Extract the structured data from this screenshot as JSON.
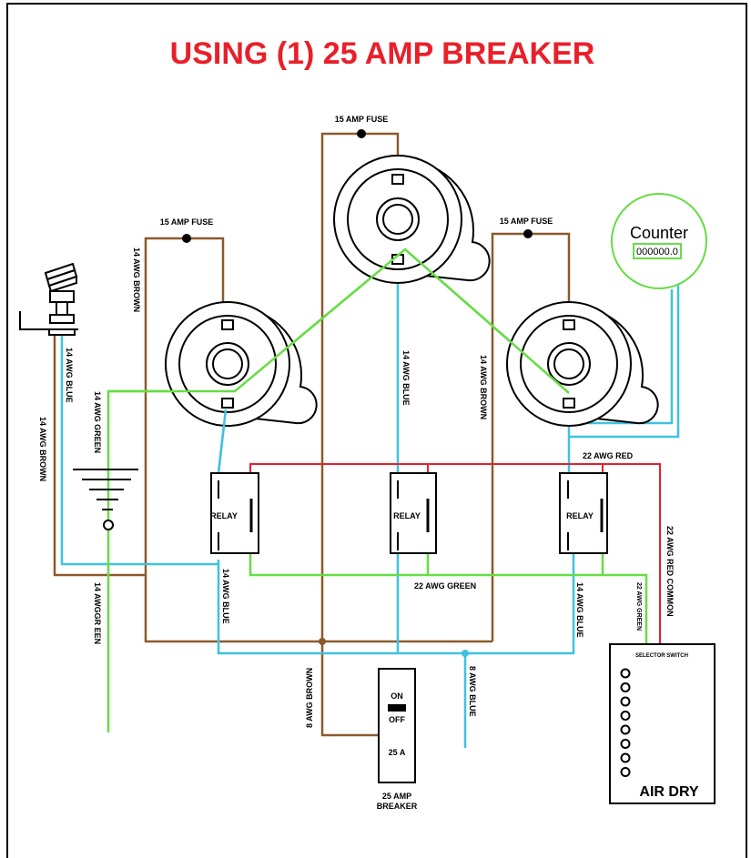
{
  "title": "USING (1) 25 AMP BREAKER",
  "colors": {
    "title": "#e8202a",
    "brown": "#8b5a2b",
    "blue": "#3fc2e0",
    "green": "#66dd44",
    "red": "#e8202a",
    "frame": "#000000"
  },
  "fuses": {
    "left": "15 AMP FUSE",
    "center": "15 AMP FUSE",
    "right": "15 AMP FUSE"
  },
  "relays": {
    "left": "RELAY",
    "center": "RELAY",
    "right": "RELAY"
  },
  "counter": {
    "label": "Counter",
    "value": "000000.0"
  },
  "wire_labels": {
    "brown_left_top": "14 AWG BROWN",
    "brown_far_left": "14 AWG BROWN",
    "blue_left": "14 AWG BLUE",
    "green_left": "14 AWG GREEN",
    "ground_green": "14 AWGGR EEN",
    "blue_center": "14 AWG BLUE",
    "brown_right": "14 AWG BROWN",
    "red_top": "22 AWG RED",
    "red_common": "22 AWG RED COMMON",
    "green_bottom": "22 AWG GREEN",
    "green_selector": "22 AWG GREEN",
    "blue_relay_left": "14 AWG BLUE",
    "blue_relay_right": "14 AWG BLUE",
    "brown_main": "8 AWG BROWN",
    "blue_main": "8 AWG BLUE"
  },
  "breaker": {
    "on": "ON",
    "off": "OFF",
    "rating": "25 A",
    "caption_line1": "25 AMP",
    "caption_line2": "BREAKER"
  },
  "selector": {
    "title": "SELECTOR SWITCH",
    "positions": 8,
    "label": "AIR DRY"
  },
  "icons": [
    "fan-motor-icon",
    "lamp-socket-icon",
    "ground-symbol-icon",
    "breaker-icon"
  ]
}
